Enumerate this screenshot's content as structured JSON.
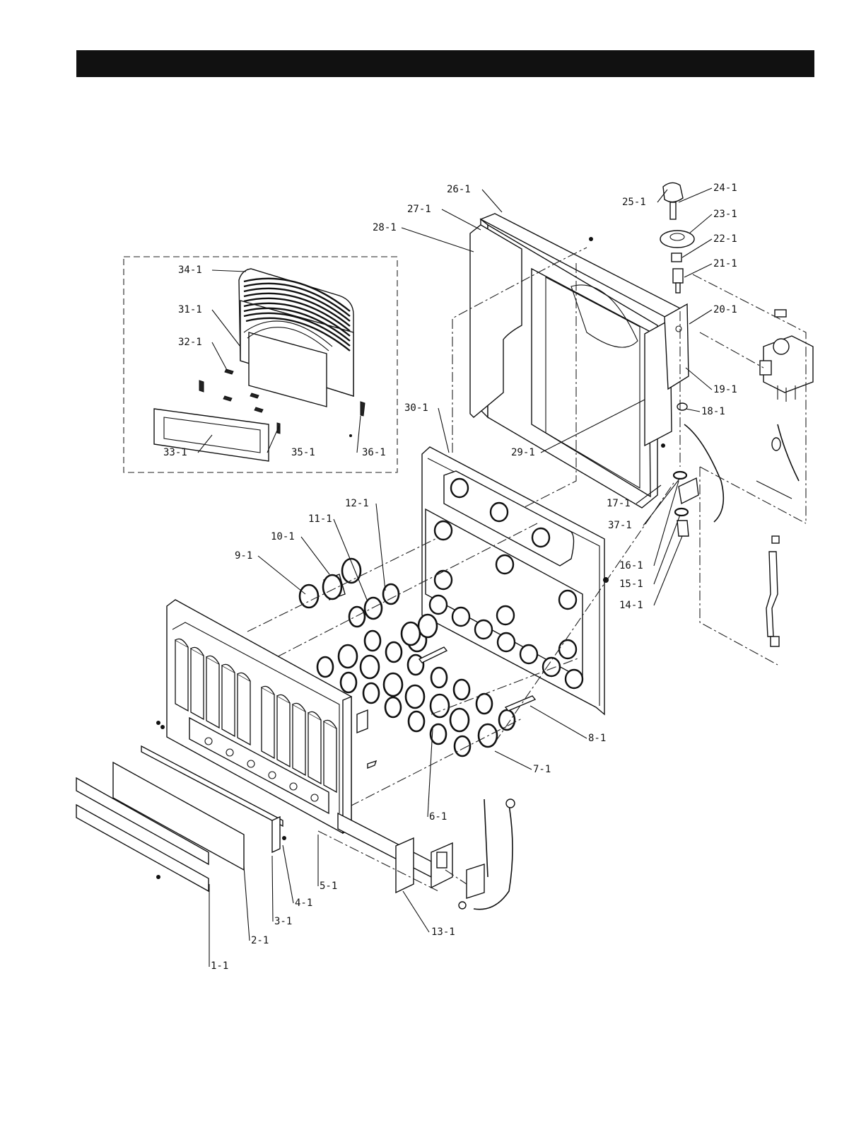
{
  "diagram": {
    "callouts": [
      {
        "id": "c1",
        "label": "1-1"
      },
      {
        "id": "c2",
        "label": "2-1"
      },
      {
        "id": "c3",
        "label": "3-1"
      },
      {
        "id": "c4",
        "label": "4-1"
      },
      {
        "id": "c5",
        "label": "5-1"
      },
      {
        "id": "c6",
        "label": "6-1"
      },
      {
        "id": "c7",
        "label": "7-1"
      },
      {
        "id": "c8",
        "label": "8-1"
      },
      {
        "id": "c9",
        "label": "9-1"
      },
      {
        "id": "c10",
        "label": "10-1"
      },
      {
        "id": "c11",
        "label": "11-1"
      },
      {
        "id": "c12",
        "label": "12-1"
      },
      {
        "id": "c13",
        "label": "13-1"
      },
      {
        "id": "c14",
        "label": "14-1"
      },
      {
        "id": "c15",
        "label": "15-1"
      },
      {
        "id": "c16",
        "label": "16-1"
      },
      {
        "id": "c17",
        "label": "17-1"
      },
      {
        "id": "c18",
        "label": "18-1"
      },
      {
        "id": "c19",
        "label": "19-1"
      },
      {
        "id": "c20",
        "label": "20-1"
      },
      {
        "id": "c21",
        "label": "21-1"
      },
      {
        "id": "c22",
        "label": "22-1"
      },
      {
        "id": "c23",
        "label": "23-1"
      },
      {
        "id": "c24",
        "label": "24-1"
      },
      {
        "id": "c25",
        "label": "25-1"
      },
      {
        "id": "c26",
        "label": "26-1"
      },
      {
        "id": "c27",
        "label": "27-1"
      },
      {
        "id": "c28",
        "label": "28-1"
      },
      {
        "id": "c29",
        "label": "29-1"
      },
      {
        "id": "c30",
        "label": "30-1"
      },
      {
        "id": "c31",
        "label": "31-1"
      },
      {
        "id": "c32",
        "label": "32-1"
      },
      {
        "id": "c33",
        "label": "33-1"
      },
      {
        "id": "c34",
        "label": "34-1"
      },
      {
        "id": "c35",
        "label": "35-1"
      },
      {
        "id": "c36",
        "label": "36-1"
      },
      {
        "id": "c37",
        "label": "37-1"
      }
    ]
  }
}
